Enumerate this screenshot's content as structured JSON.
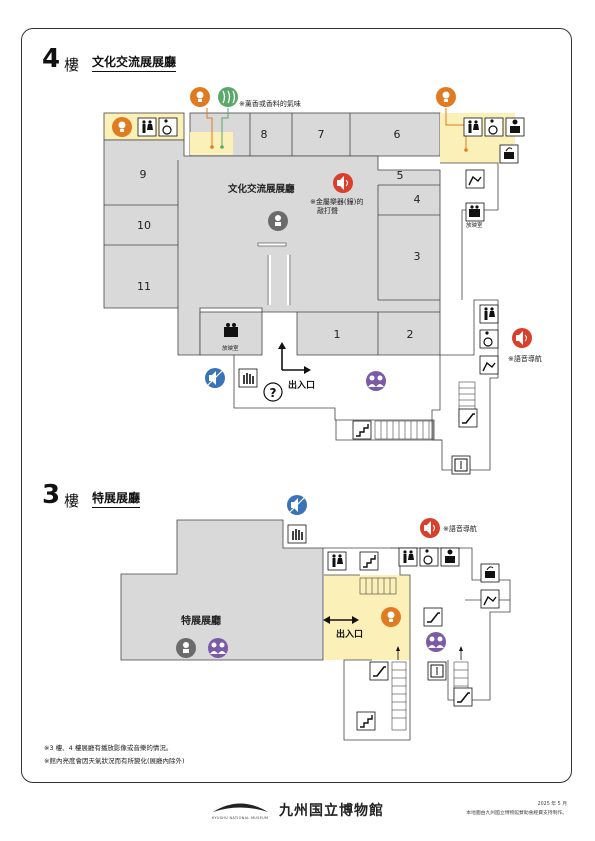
{
  "floor4": {
    "number": "4",
    "word": "樓",
    "title": "文化交流展展廳",
    "hall_label": "文化交流展展廳",
    "rooms": [
      "1",
      "2",
      "3",
      "4",
      "5",
      "6",
      "7",
      "8",
      "9",
      "10",
      "11"
    ],
    "note_incense": "※薰香或香料的氣味",
    "note_metal_line1": "※金屬樂器(鐘)的",
    "note_metal_line2": "敲打聲",
    "note_audio_guide": "※語音導航",
    "projection_room": "放映室",
    "projection_room_2": "放映室",
    "entrance": "出入口"
  },
  "floor3": {
    "number": "3",
    "word": "樓",
    "title": "特展展廳",
    "hall_label": "特展展廳",
    "note_audio_guide": "※語音導航",
    "entrance": "出入口"
  },
  "footer": {
    "note1": "※3 樓、4 樓展廳有播放影像或音樂的情況。",
    "note2": "※館內亮度會因天氣狀況而有所變化(展廳內除外)",
    "museum_name": "九州国立博物館",
    "museum_sub": "KYUSHU NATIONAL MUSEUM",
    "date": "2025 年 5 月",
    "credit": "本地圖由九州國立博物館賛助會經費支持制作。"
  },
  "colors": {
    "room_fill": "#d9d9d9",
    "light_zone": "#fbf0b8",
    "orange_light": "#e07b22",
    "green_scent": "#5aa86a",
    "red_sound": "#d9402b",
    "blue_no_touch": "#3b73b8",
    "purple_crowd": "#7b5ba6",
    "gray_dark": "#6b6b6b"
  },
  "icons": [
    "light-icon",
    "scent-icon",
    "sound-icon",
    "no-sound-icon",
    "touch-icon",
    "help-icon",
    "crowd-icon",
    "projector-icon",
    "restroom-icon",
    "accessible-icon",
    "nursing-icon",
    "fountain-icon",
    "elevator-icon",
    "escalator-icon",
    "stairs-icon",
    "quiet-icon",
    "person-icon"
  ]
}
